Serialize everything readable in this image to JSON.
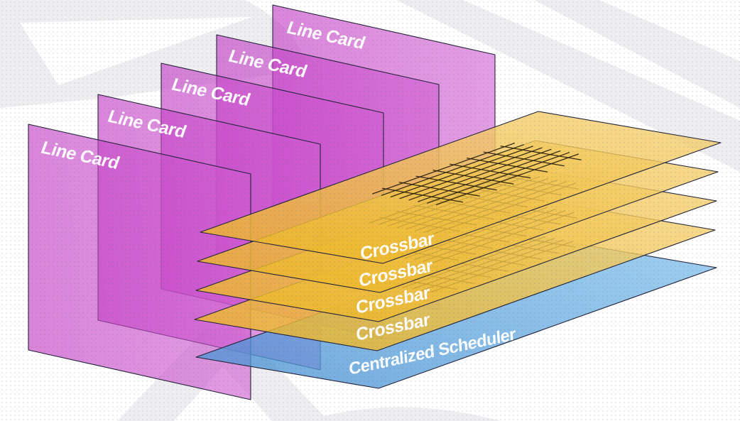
{
  "diagram": {
    "name": "crossbar-router-architecture",
    "description": "3D stacked-plane diagram: line cards feeding crossbar switch planes controlled by a centralized scheduler"
  },
  "line_cards": [
    {
      "label": "Line Card"
    },
    {
      "label": "Line Card"
    },
    {
      "label": "Line Card"
    },
    {
      "label": "Line Card"
    },
    {
      "label": "Line Card"
    }
  ],
  "crossbars": [
    {
      "label": "Crossbar"
    },
    {
      "label": "Crossbar"
    },
    {
      "label": "Crossbar"
    },
    {
      "label": "Crossbar"
    }
  ],
  "scheduler": {
    "label": "Centralized Scheduler"
  },
  "grid": {
    "rows": 8,
    "cols": 8
  },
  "colors": {
    "line_card": "#c83cca",
    "crossbar": "#eeb824",
    "scheduler": "#579ed9",
    "edge": "#23233a",
    "grid_line": "#261c08",
    "label_text": "#ffffff",
    "watermark": "#eeeef1",
    "background": "#ffffff"
  }
}
